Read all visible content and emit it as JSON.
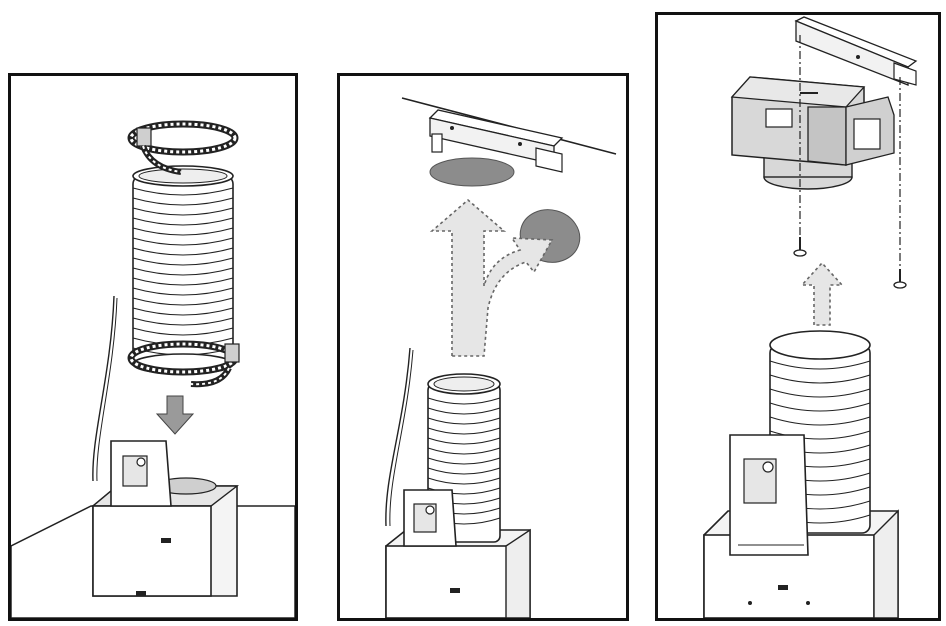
{
  "colors": {
    "line": "#222222",
    "fill_light": "#ffffff",
    "fill_gray": "#d8d8d8",
    "fill_dark_gray": "#9a9a9a",
    "arrow_fill": "#e6e6e6",
    "arrow_stroke": "#666666",
    "hole_fill": "#8c8c8c"
  },
  "panels": [
    {
      "id": "panel-1",
      "step": "attach-clamps-to-flexible-duct"
    },
    {
      "id": "panel-2",
      "step": "route-duct-to-ceiling-bracket"
    },
    {
      "id": "panel-3",
      "step": "connect-duct-to-air-outlet-adapter"
    }
  ]
}
